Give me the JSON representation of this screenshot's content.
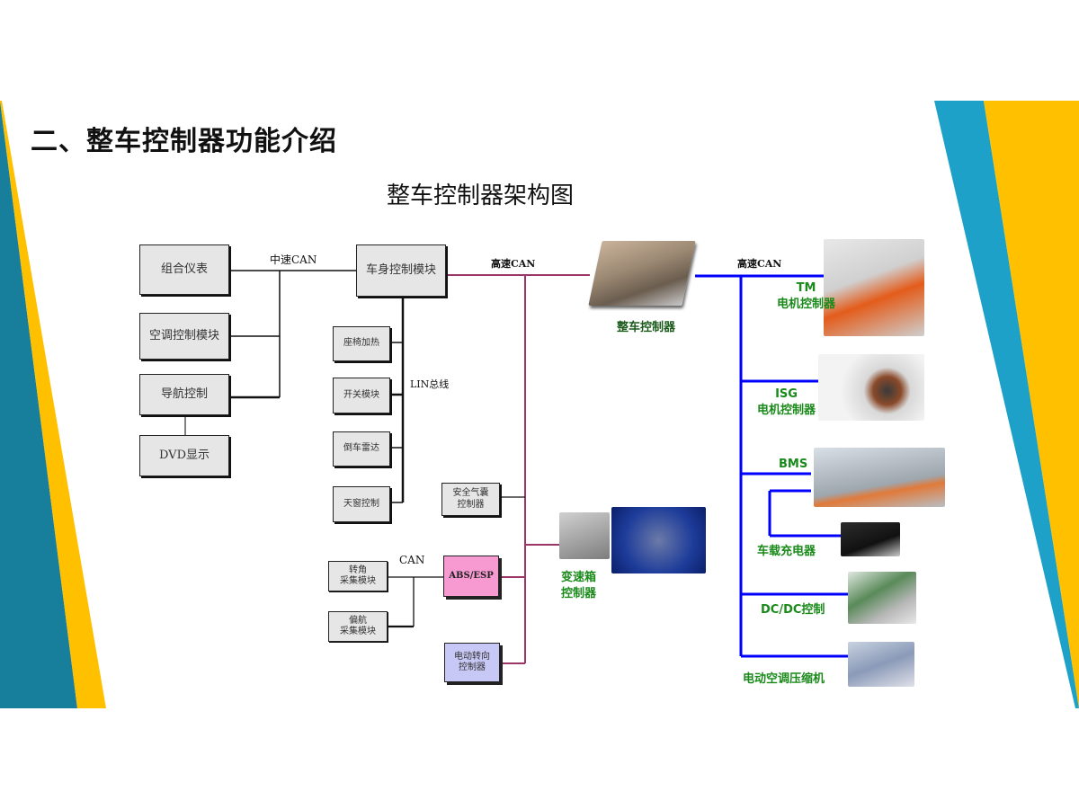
{
  "page": {
    "title": "二、整车控制器功能介绍",
    "subtitle": "整车控制器架构图"
  },
  "colors": {
    "teal": "#177e9c",
    "blue_stripe": "#1ea1c8",
    "yellow": "#ffc000",
    "can_low_line": "#000000",
    "can_high_left": "#9b3568",
    "can_high_right": "#0000ff",
    "green_label": "#1a8a1a",
    "abs_fill": "#f79ad1",
    "eps_fill": "#c8c8f6",
    "box_fill": "#e6e6e6"
  },
  "bus_labels": {
    "mid_can": "中速CAN",
    "high_can_left": "高速CAN",
    "high_can_right": "高速CAN",
    "lin": "LIN总线",
    "can": "CAN"
  },
  "left_modules": [
    "组合仪表",
    "空调控制模块",
    "导航控制",
    "DVD显示"
  ],
  "body_control": "车身控制模块",
  "lin_modules": [
    "座椅加热",
    "开关模块",
    "倒车雷达",
    "天窗控制"
  ],
  "airbag": [
    "安全气囊",
    "控制器"
  ],
  "sensors": [
    {
      "line1": "转角",
      "line2": "采集模块"
    },
    {
      "line1": "偏航",
      "line2": "采集模块"
    }
  ],
  "abs_esp": "ABS/ESP",
  "eps": [
    "电动转向",
    "控制器"
  ],
  "vcu": "整车控制器",
  "transmission": [
    "变速箱",
    "控制器"
  ],
  "right_nodes": [
    {
      "line1": "TM",
      "line2": "电机控制器"
    },
    {
      "line1": "ISG",
      "line2": "电机控制器"
    },
    {
      "line1": "BMS",
      "line2": ""
    },
    {
      "line1": "车载充电器",
      "line2": ""
    },
    {
      "line1": "DC/DC控制",
      "line2": ""
    },
    {
      "line1": "电动空调压缩机",
      "line2": ""
    }
  ]
}
